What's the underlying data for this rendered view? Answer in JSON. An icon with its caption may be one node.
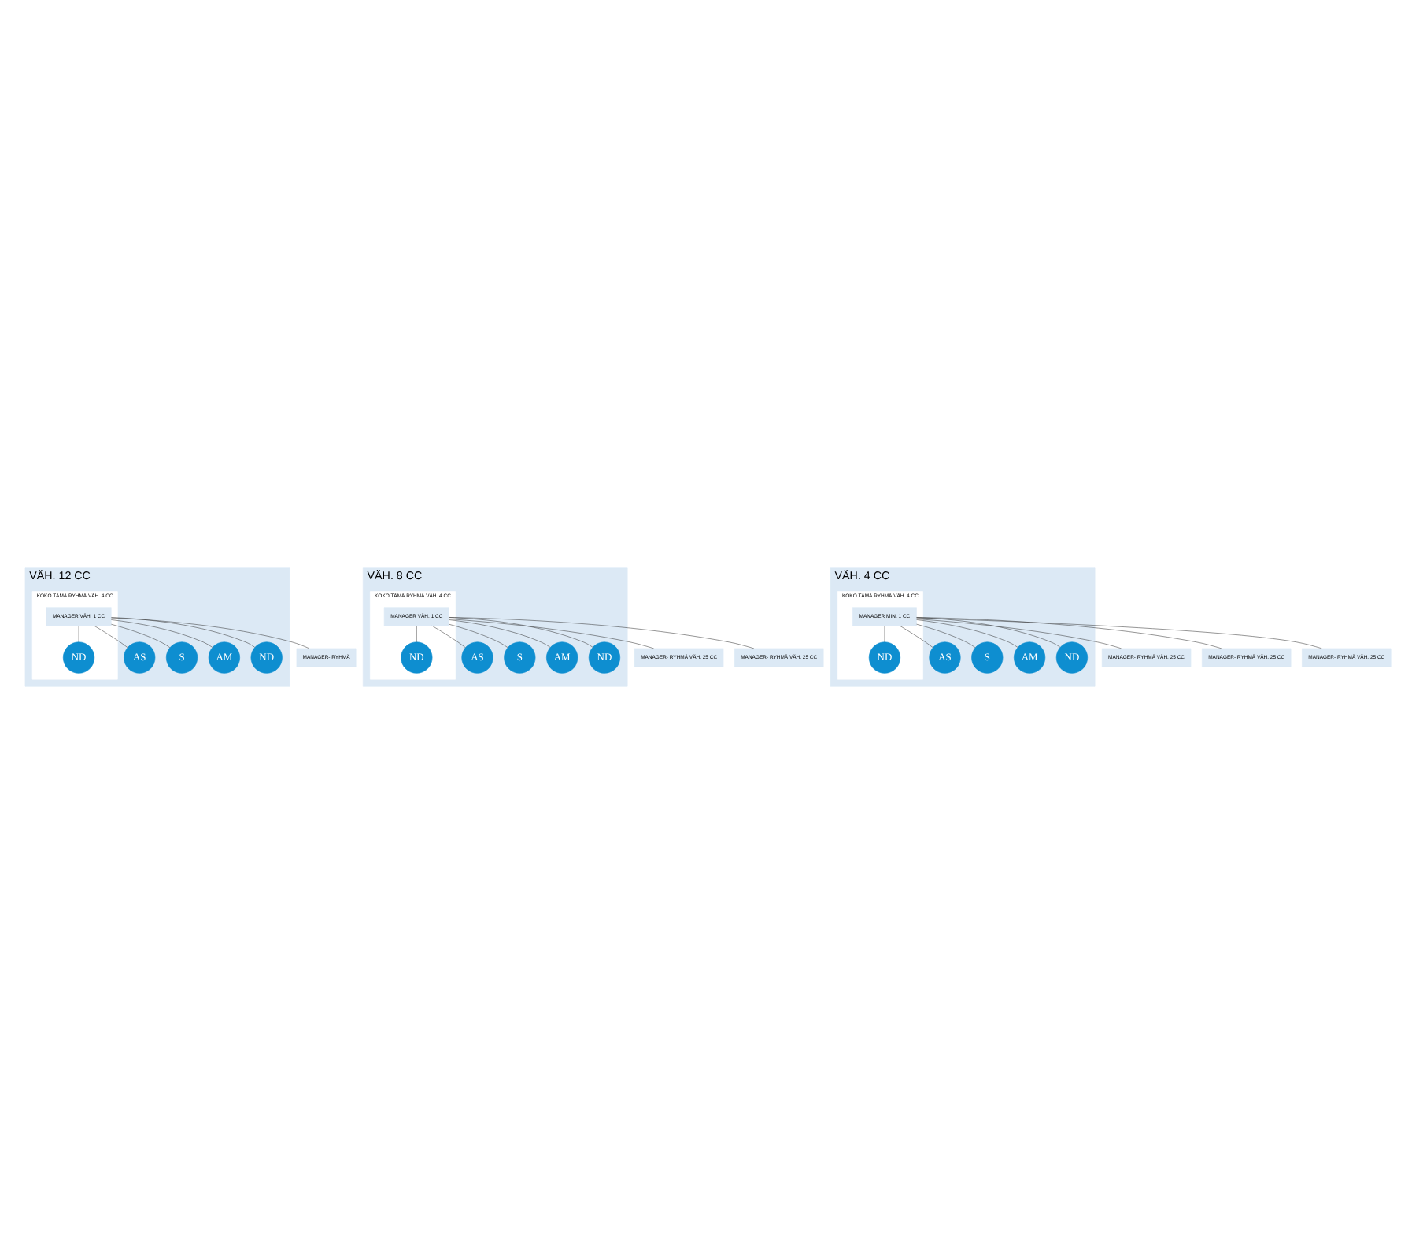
{
  "diagram": {
    "nodes": [
      {
        "text": [
          "VÄH. 12 CC"
        ]
      },
      {
        "text": [
          "AS"
        ],
        "in": 0
      },
      {
        "text": [
          "S"
        ],
        "in": 0
      },
      {
        "text": [
          "KOKO TÄMÄ RYHMÄ VÄH. 4 CC"
        ],
        "in": 0
      },
      {
        "text": [
          "MANAGER VÄH. 1 CC"
        ],
        "in": 3
      },
      {
        "text": [
          "AM"
        ],
        "in": 0
      },
      {
        "text": [
          "ND"
        ],
        "in": 0
      },
      {
        "text": [
          "ND"
        ],
        "in": 3
      },
      {
        "text": [
          "MANAGER- RYHMÄ"
        ]
      },
      {
        "text": [
          "VÄH. 8 CC"
        ]
      },
      {
        "text": [
          "AS"
        ],
        "in": 9
      },
      {
        "text": [
          "S"
        ],
        "in": 9
      },
      {
        "text": [
          "KOKO TÄMÄ RYHMÄ VÄH. 4 CC"
        ],
        "in": 9
      },
      {
        "text": [
          "MANAGER VÄH. 1 CC"
        ],
        "in": 12
      },
      {
        "text": [
          "AM"
        ],
        "in": 9
      },
      {
        "text": [
          "ND"
        ],
        "in": 9
      },
      {
        "text": [
          "ND"
        ],
        "in": 12
      },
      {
        "text": [
          "MANAGER- RYHMÄ VÄH. 25 CC"
        ]
      },
      {
        "text": [
          "MANAGER- RYHMÄ VÄH. 25 CC"
        ]
      },
      {
        "text": [
          "VÄH. 4 CC"
        ]
      },
      {
        "text": [
          "AS"
        ],
        "in": 19
      },
      {
        "text": [
          "S"
        ],
        "in": 19
      },
      {
        "text": [
          "KOKO TÄMÄ RYHMÄ VÄH. 4 CC"
        ],
        "in": 19
      },
      {
        "text": [
          "MANAGER MIN. 1 CC"
        ],
        "in": 22
      },
      {
        "text": [
          "AM"
        ],
        "in": 19
      },
      {
        "text": [
          "ND"
        ],
        "in": 19
      },
      {
        "text": [
          "ND"
        ],
        "in": 22
      },
      {
        "text": [
          "MANAGER- RYHMÄ VÄH. 25 CC"
        ]
      },
      {
        "text": [
          "MANAGER- RYHMÄ VÄH. 25 CC"
        ]
      },
      {
        "text": [
          "MANAGER- RYHMÄ VÄH. 25 CC"
        ]
      }
    ],
    "edges": [
      {
        "from": 4,
        "to": 1,
        "arrow": "none"
      },
      {
        "from": 4,
        "to": 2,
        "arrow": "none"
      },
      {
        "from": 4,
        "to": 5,
        "arrow": "none"
      },
      {
        "from": 4,
        "to": 6,
        "arrow": "none"
      },
      {
        "from": 4,
        "to": 7,
        "arrow": "none"
      },
      {
        "from": 4,
        "to": 8,
        "arrow": "none"
      },
      {
        "from": 13,
        "to": 10,
        "arrow": "none"
      },
      {
        "from": 13,
        "to": 11,
        "arrow": "none"
      },
      {
        "from": 13,
        "to": 14,
        "arrow": "none"
      },
      {
        "from": 13,
        "to": 15,
        "arrow": "none"
      },
      {
        "from": 13,
        "to": 16,
        "arrow": "none"
      },
      {
        "from": 13,
        "to": 17,
        "arrow": "none"
      },
      {
        "from": 13,
        "to": 18,
        "arrow": "none"
      },
      {
        "from": 23,
        "to": 20,
        "arrow": "none"
      },
      {
        "from": 23,
        "to": 21,
        "arrow": "none"
      },
      {
        "from": 23,
        "to": 24,
        "arrow": "none"
      },
      {
        "from": 23,
        "to": 25,
        "arrow": "none"
      },
      {
        "from": 23,
        "to": 26,
        "arrow": "none"
      },
      {
        "from": 23,
        "to": 27,
        "arrow": "none"
      },
      {
        "from": 23,
        "to": 28,
        "arrow": "none"
      },
      {
        "from": 23,
        "to": 29,
        "arrow": "none"
      }
    ]
  }
}
